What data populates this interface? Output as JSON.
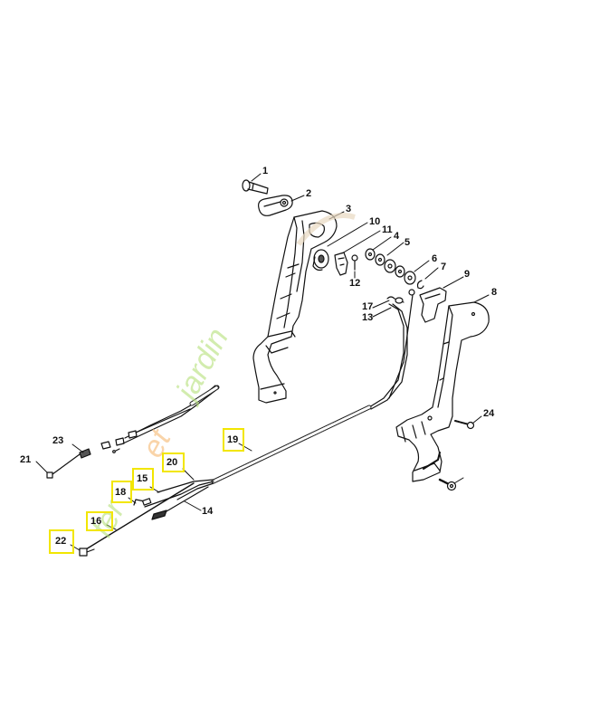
{
  "diagram": {
    "type": "exploded-parts-diagram",
    "watermark": {
      "text": "feretjardin",
      "segments": [
        {
          "text": "f",
          "color": "#b5e07a"
        },
        {
          "text": "er",
          "color": "#b5e07a"
        },
        {
          "text": "et",
          "color": "#f6b871"
        },
        {
          "text": "jardin",
          "color": "#b5e07a"
        }
      ]
    },
    "highlight_color": "#f2e600",
    "line_color": "#111111",
    "callouts": [
      {
        "id": "1",
        "label": "1",
        "highlighted": false
      },
      {
        "id": "2",
        "label": "2",
        "highlighted": false
      },
      {
        "id": "3",
        "label": "3",
        "highlighted": false
      },
      {
        "id": "4",
        "label": "4",
        "highlighted": false
      },
      {
        "id": "5",
        "label": "5",
        "highlighted": false
      },
      {
        "id": "6",
        "label": "6",
        "highlighted": false
      },
      {
        "id": "7",
        "label": "7",
        "highlighted": false
      },
      {
        "id": "8",
        "label": "8",
        "highlighted": false
      },
      {
        "id": "9",
        "label": "9",
        "highlighted": false
      },
      {
        "id": "10",
        "label": "10",
        "highlighted": false
      },
      {
        "id": "11",
        "label": "11",
        "highlighted": false
      },
      {
        "id": "12",
        "label": "12",
        "highlighted": false
      },
      {
        "id": "13",
        "label": "13",
        "highlighted": false
      },
      {
        "id": "14",
        "label": "14",
        "highlighted": false
      },
      {
        "id": "15",
        "label": "15",
        "highlighted": true
      },
      {
        "id": "16",
        "label": "16",
        "highlighted": true
      },
      {
        "id": "17",
        "label": "17",
        "highlighted": false
      },
      {
        "id": "18",
        "label": "18",
        "highlighted": true
      },
      {
        "id": "19",
        "label": "19",
        "highlighted": true
      },
      {
        "id": "20",
        "label": "20",
        "highlighted": true
      },
      {
        "id": "21a",
        "label": "21",
        "highlighted": false
      },
      {
        "id": "21b",
        "label": "21",
        "highlighted": true
      },
      {
        "id": "22",
        "label": "22",
        "highlighted": false
      },
      {
        "id": "23",
        "label": "23",
        "highlighted": false
      },
      {
        "id": "24",
        "label": "24",
        "highlighted": false
      }
    ]
  }
}
